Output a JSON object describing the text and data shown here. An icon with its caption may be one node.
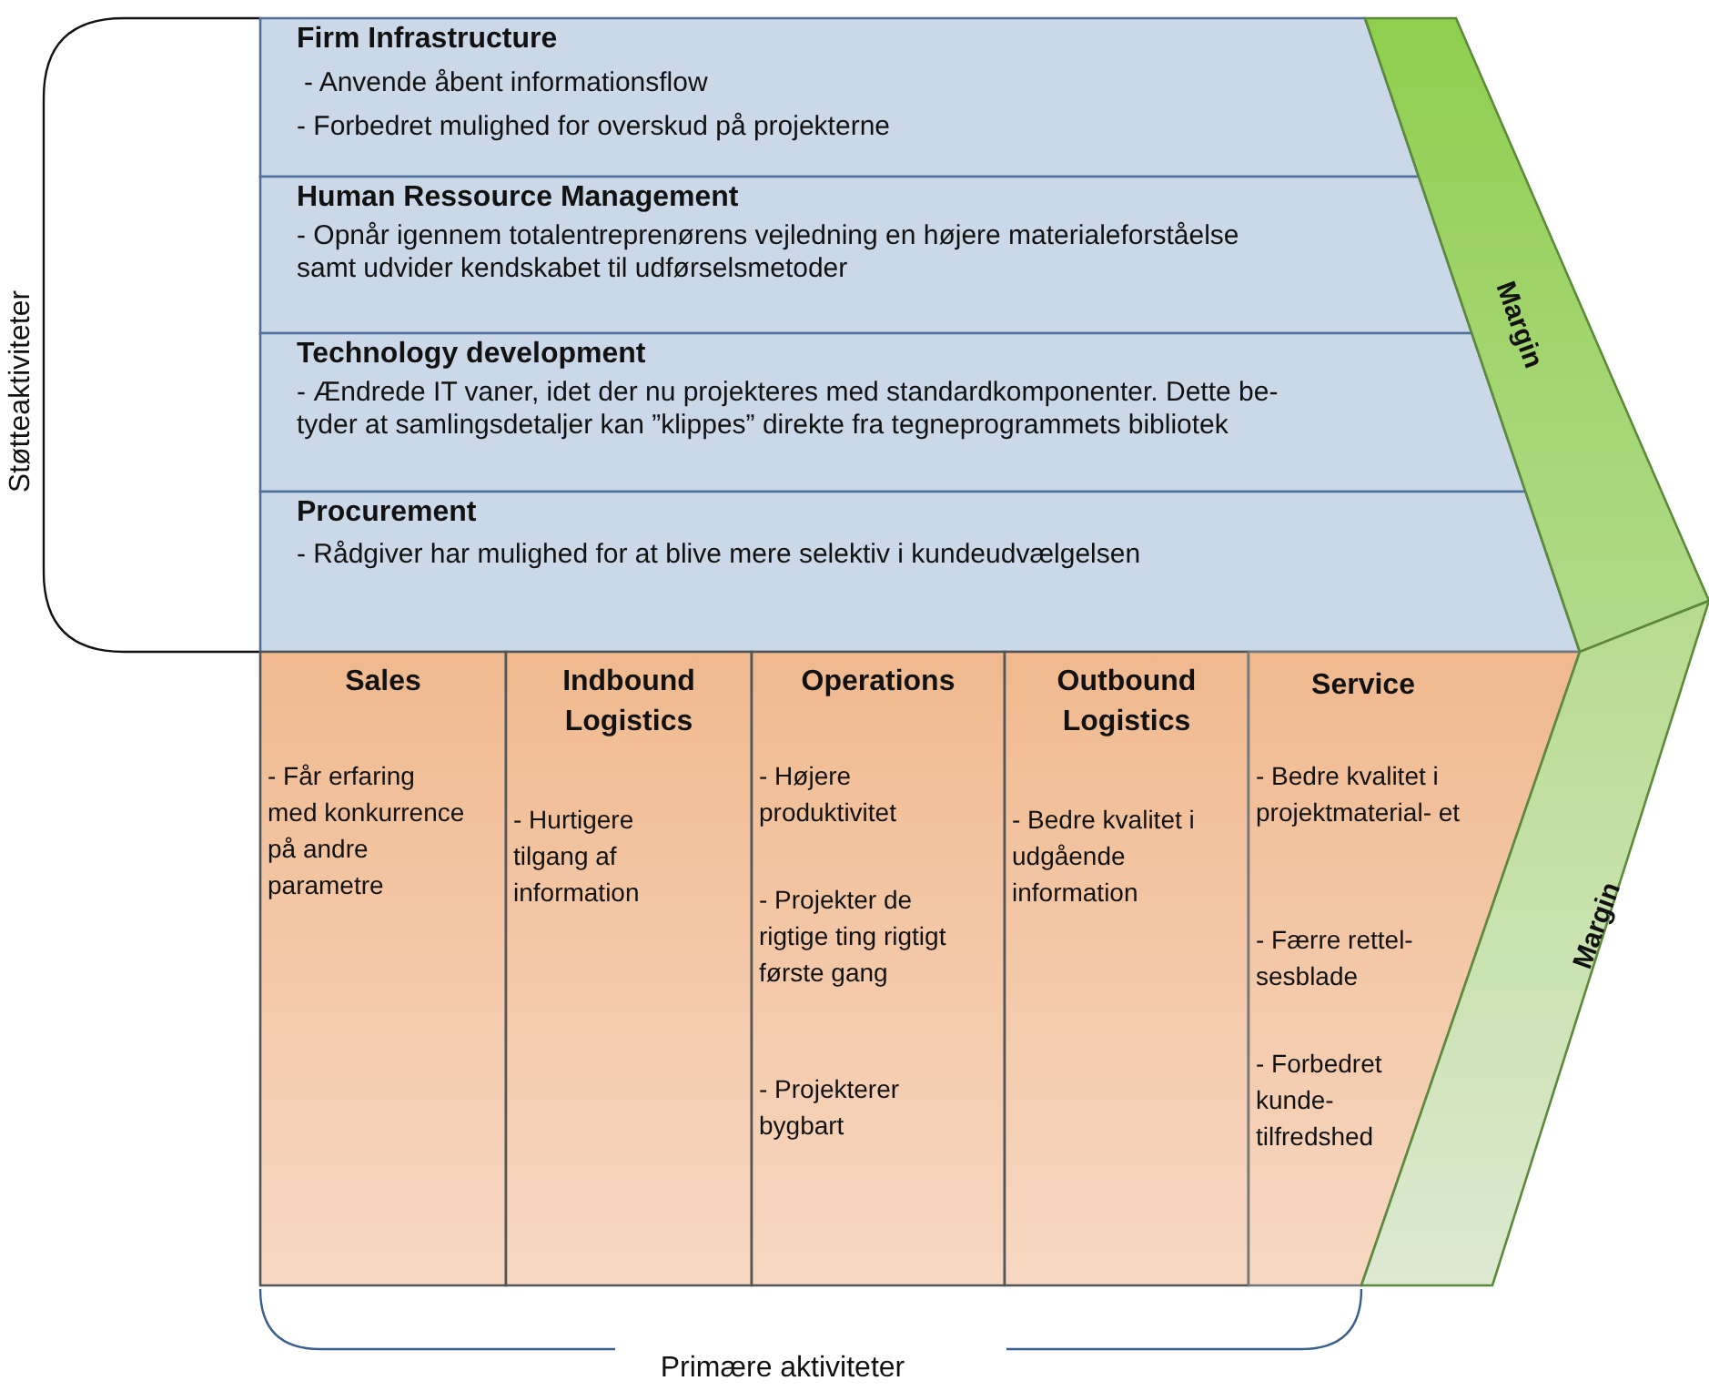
{
  "diagram": {
    "nodes": [
      {
        "text": [
          "Firm Infrastructure",
          "- Anvende åbent informationsflow",
          "- Forbedret mulighed for overskud på projekterne"
        ]
      },
      {
        "text": [
          "Human Ressource Management",
          "- Opnår igennem totalentreprenørens vejledning en højere materialeforståelse samt udvider kendskabet til udførselsmetoder"
        ]
      },
      {
        "text": [
          "Technology development",
          "- Ændrede IT vaner, idet der nu projekteres med standardkomponenter. Dette be- tyder at samlingsdetaljer kan ”klippes” direkte fra tegneprogrammets bibliotek"
        ]
      },
      {
        "text": [
          "Procurement",
          "- Rådgiver har mulighed for at blive mere selektiv i kundeudvælgelsen"
        ]
      },
      {
        "text": [
          "Margin"
        ]
      },
      {
        "text": [
          "Sales",
          "- Får erfaring med konkurrence på andre parametre"
        ]
      },
      {
        "text": [
          "Indbound Logistics",
          "- Hurtigere tilgang af information"
        ]
      },
      {
        "text": [
          "Operations",
          "- Højere produktivitet",
          "- Projekter de rigtige ting rigtigt første gang",
          "- Projekterer bygbart"
        ]
      },
      {
        "text": [
          "Outbound Logistics",
          "- Bedre kvalitet i udgående information"
        ]
      },
      {
        "text": [
          "Service",
          "- Bedre kvalitet i projektmaterial- et",
          "- Færre rettel- sesblade",
          "- Forbedret kunde- tilfredshed"
        ]
      },
      {
        "text": [
          "Margin"
        ]
      }
    ],
    "labels": [
      "Støtteaktiviteter",
      "Primære aktiviteter"
    ]
  }
}
